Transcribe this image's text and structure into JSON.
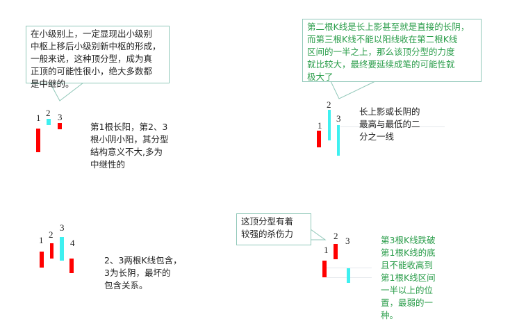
{
  "panel1": {
    "callout": "在小级别上，一定显现出小级别\n中枢上移后小级别新中枢的形成，\n一般来说，这种顶分型，成为真\n正顶的可能性很小，绝大多数都\n是中继的。",
    "labels": [
      "1",
      "2",
      "3"
    ],
    "description": "第1根长阳，第2、3\n根小阴小阳，其分型\n结构意义不大,多为\n中继性的"
  },
  "panel2": {
    "callout": "第二根K线是长上影甚至就是直接的长阴，\n而第三根K线不能以阳线收在第二根K线\n区间的一半之上，那么该顶分型的力度\n就比较大，最终要延续成笔的可能性就\n极大了",
    "labels": [
      "1",
      "2",
      "3"
    ],
    "description": "长上影或长阴的\n最高与最低的二\n分之一线"
  },
  "panel3": {
    "labels": [
      "1",
      "2",
      "3",
      "4"
    ],
    "description": "2、3两根K线包含，\n3为长阴，最坏的\n包含关系。"
  },
  "panel4": {
    "callout": "这顶分型有着\n较强的杀伤力",
    "labels": [
      "1",
      "2",
      "3"
    ],
    "description": "第3根K线跌破\n第1根K线的底\n且不能收高到\n第1根K线区间\n一半以上的位\n置，最弱的一\n种。"
  },
  "colors": {
    "bullish": "#ff0000",
    "bearish": "#3ef0f0",
    "callout_border": "#8fc7b8",
    "green_text": "#2a9d4a"
  }
}
